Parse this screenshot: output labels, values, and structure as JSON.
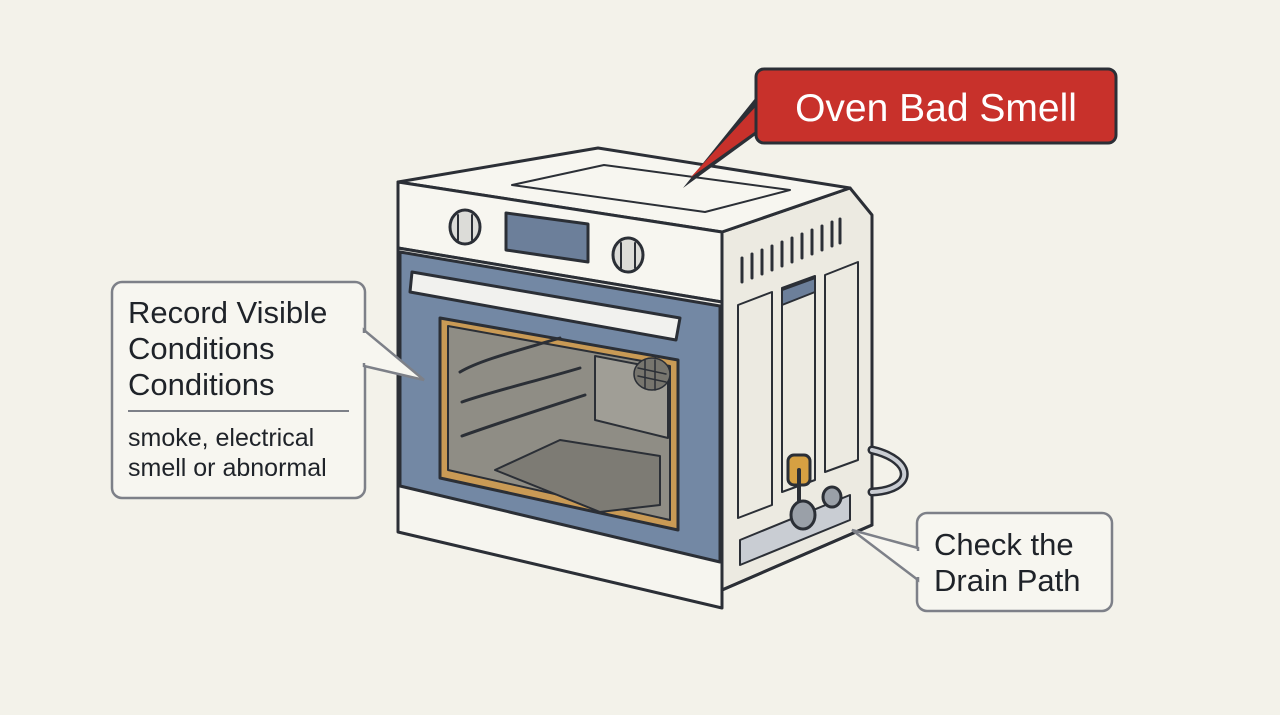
{
  "title_callout": {
    "text": "Oven Bad Smell",
    "fill": "#c8312b",
    "text_color": "#ffffff"
  },
  "left_callout": {
    "heading_lines": [
      "Record Visible",
      "Conditions",
      "Conditions"
    ],
    "body_lines": [
      "smoke, electrical",
      "smell or abnormal"
    ]
  },
  "right_callout": {
    "lines": [
      "Check the",
      "Drain Path"
    ]
  },
  "colors": {
    "background": "#f3f2ea",
    "outline": "#2b2f36",
    "door_panel": "#7388a4",
    "display": "#6c7f9a",
    "gasket": "#c99a55",
    "interior": "#8f8d85",
    "body": "#f6f5ef",
    "drain_accent": "#d6a042"
  }
}
